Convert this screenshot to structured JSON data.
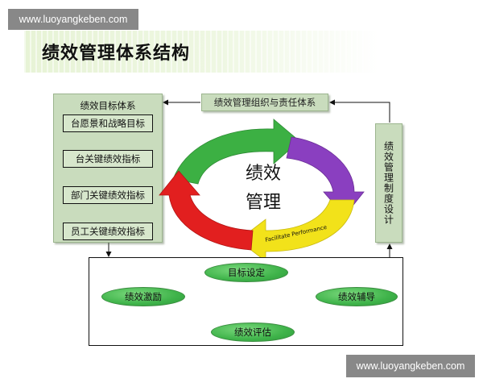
{
  "watermark": {
    "top": "www.luoyangkeben.com",
    "bottom": "www.luoyangkeben.com"
  },
  "title": "绩效管理体系结构",
  "goal_panel": {
    "title": "绩效目标体系",
    "items": [
      "台愿景和战略目标",
      "台关键绩效指标",
      "部门关键绩效指标",
      "员工关键绩效指标"
    ]
  },
  "org_box": "绩效管理组织与责任体系",
  "system_box": "绩效管理制度设计",
  "cycle": {
    "center_top": "绩效",
    "center_bottom": "管理",
    "segments": [
      {
        "name": "green",
        "color": "#3cb043"
      },
      {
        "name": "purple",
        "color": "#8a3fc0"
      },
      {
        "name": "yellow",
        "color": "#f2e21a"
      },
      {
        "name": "red",
        "color": "#e21f1f"
      }
    ],
    "ring_labels": [
      "Facilitate Performance"
    ]
  },
  "process": {
    "nodes": [
      "目标设定",
      "绩效辅导",
      "绩效评估",
      "绩效激励"
    ]
  }
}
